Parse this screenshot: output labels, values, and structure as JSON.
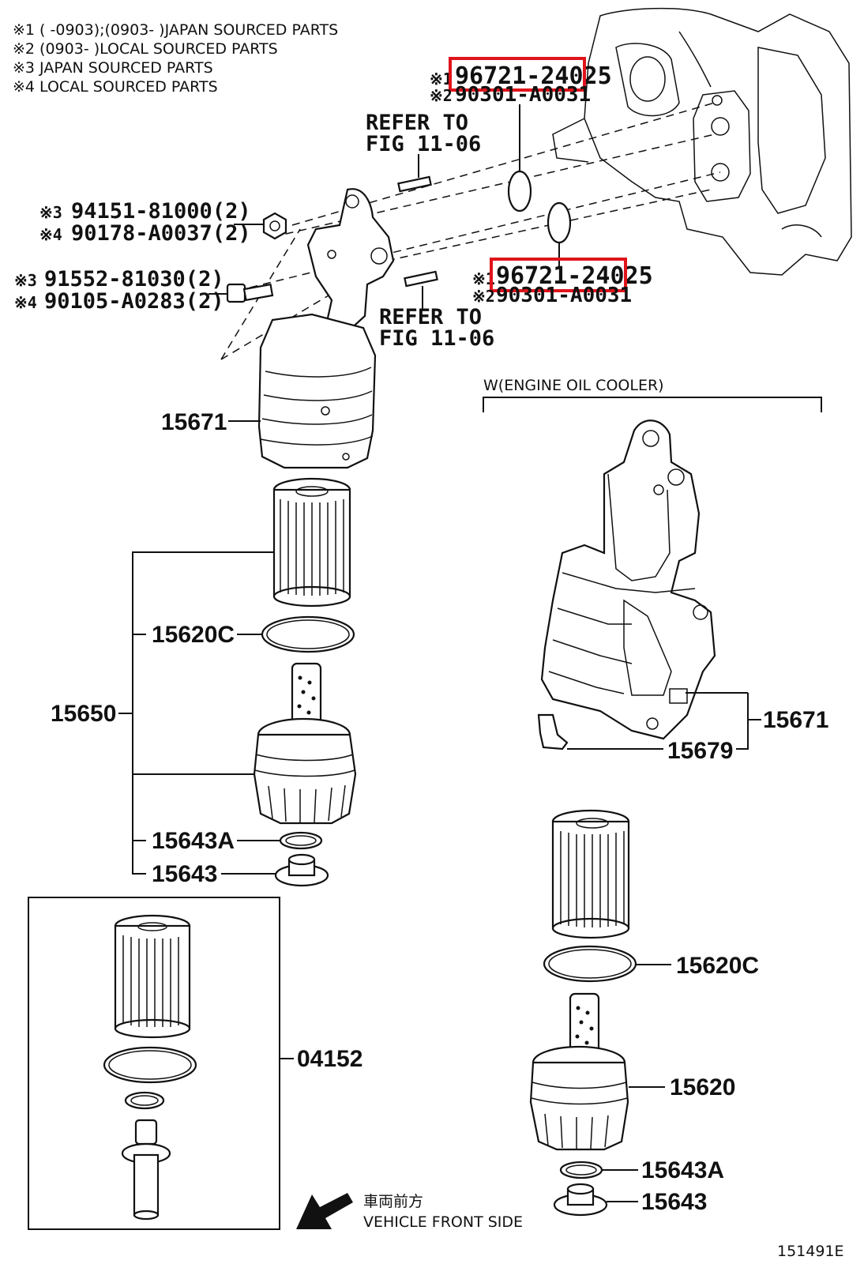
{
  "notes": [
    "※1 (      -0903);(0903-       )JAPAN SOURCED PARTS",
    "※2 (0903-       )LOCAL SOURCED PARTS",
    "※3 JAPAN SOURCED PARTS",
    "※4 LOCAL SOURCED PARTS"
  ],
  "refer_top": [
    "REFER TO",
    "FIG 11-06"
  ],
  "refer_mid": [
    "REFER TO",
    "FIG 11-06"
  ],
  "oring_top": {
    "mark1": "※1",
    "part1": "96721-24025",
    "mark2": "※2",
    "part2": "90301-A0031"
  },
  "oring_mid": {
    "mark1": "※1",
    "part1": "96721-24025",
    "mark2": "※2",
    "part2": "90301-A0031"
  },
  "nut": {
    "mark3": "※3",
    "part3": "94151-81000(2)",
    "mark4": "※4",
    "part4": "90178-A0037(2)"
  },
  "bolt": {
    "mark3": "※3",
    "part3": "91552-81030(2)",
    "mark4": "※4",
    "part4": "90105-A0283(2)"
  },
  "left_assembly": {
    "bracket": "15671",
    "group": "15650",
    "gasket": "15620C",
    "oring": "15643A",
    "plug": "15643"
  },
  "kit": "04152",
  "oil_cooler": {
    "title": "W(ENGINE OIL COOLER)",
    "bracket": "15671",
    "clip": "15679",
    "gasket": "15620C",
    "cap": "15620",
    "oring": "15643A",
    "plug": "15643"
  },
  "front": {
    "jp": "車両前方",
    "en": "VEHICLE FRONT SIDE"
  },
  "figure_id": "151491E",
  "highlight_color": "#e0141c"
}
